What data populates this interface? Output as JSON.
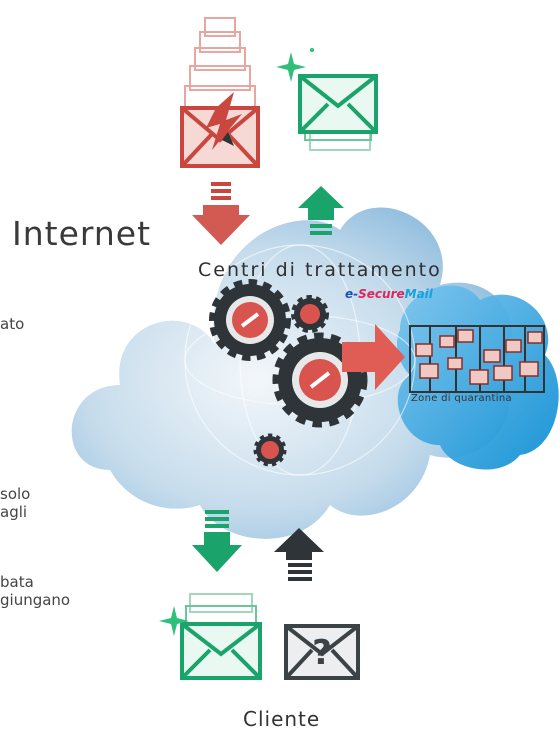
{
  "labels": {
    "internet": "Internet",
    "centri": "Centri di trattamento",
    "cliente": "Cliente",
    "zone": "Zone di quarantina"
  },
  "brand": {
    "part1": "e-",
    "part2": "Secure",
    "part3": "Mail"
  },
  "left_fragments": [
    "ato",
    "solo",
    "agli",
    "bata",
    "giungano"
  ],
  "colors": {
    "cloud_light": "#dbe8f2",
    "cloud_mid": "#a9cbe6",
    "cloud_blue": "#1f9fde",
    "spam_red": "#c9473f",
    "mail_green": "#1aa36b",
    "gear_dark": "#2f3438",
    "unknown_gray": "#3c4347"
  },
  "icons": [
    "malware-mail-icon",
    "secure-mail-icon",
    "gear-icon",
    "quarantine-grid-icon",
    "unknown-mail-icon",
    "sparkle-icon",
    "arrow-icon"
  ]
}
